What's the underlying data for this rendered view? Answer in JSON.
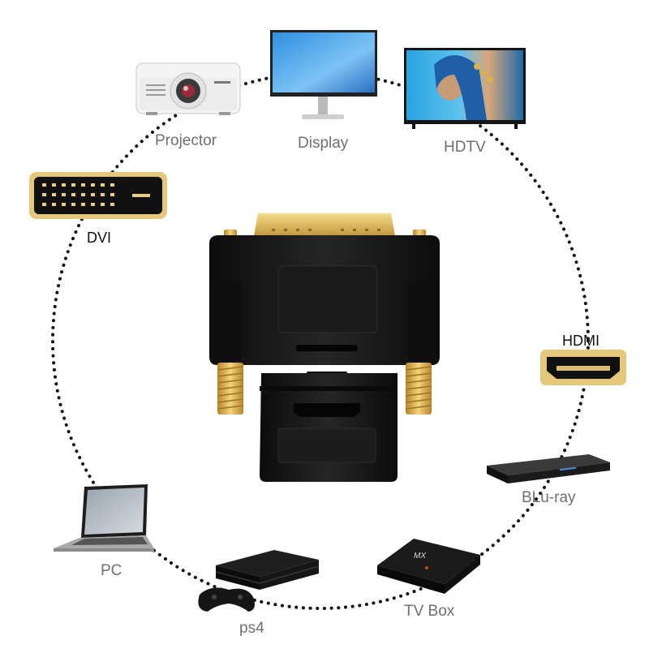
{
  "labels": {
    "projector": "Projector",
    "display": "Display",
    "hdtv": "HDTV",
    "dvi": "DVI",
    "hdmi": "HDMI",
    "bluray": "BLu-ray",
    "tvbox": "TV Box",
    "ps4": "ps4",
    "pc": "PC"
  },
  "tvbox_brand": "MX",
  "colors": {
    "gold": "#d9b24a",
    "connector_black": "#141414",
    "label_gray": "#6f6f6f"
  }
}
